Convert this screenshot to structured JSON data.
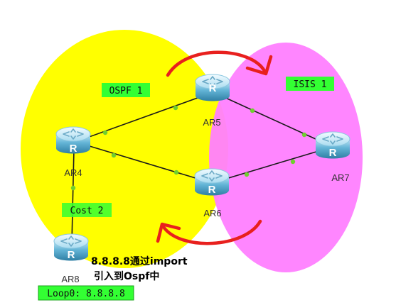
{
  "colors": {
    "ospf_area": "#ffff00",
    "isis_area": "#ff80ff",
    "arrow": "#e8201e",
    "link": "#1a1a1a",
    "port_dot": "#6fcf2e",
    "tag_bg": "#33ff33",
    "router_body": "#4aa3c8"
  },
  "areas": {
    "ospf_label": "OSPF 1",
    "isis_label": "ISIS 1"
  },
  "routers": {
    "ar4": "AR4",
    "ar5": "AR5",
    "ar6": "AR6",
    "ar7": "AR7",
    "ar8": "AR8"
  },
  "router_icon_letter": "R",
  "links": {
    "cost_label": "Cost 2"
  },
  "loopback_label": "Loop0: 8.8.8.8",
  "note": {
    "line1": "8.8.8.8通过import",
    "line2": "引入到Ospf中"
  }
}
